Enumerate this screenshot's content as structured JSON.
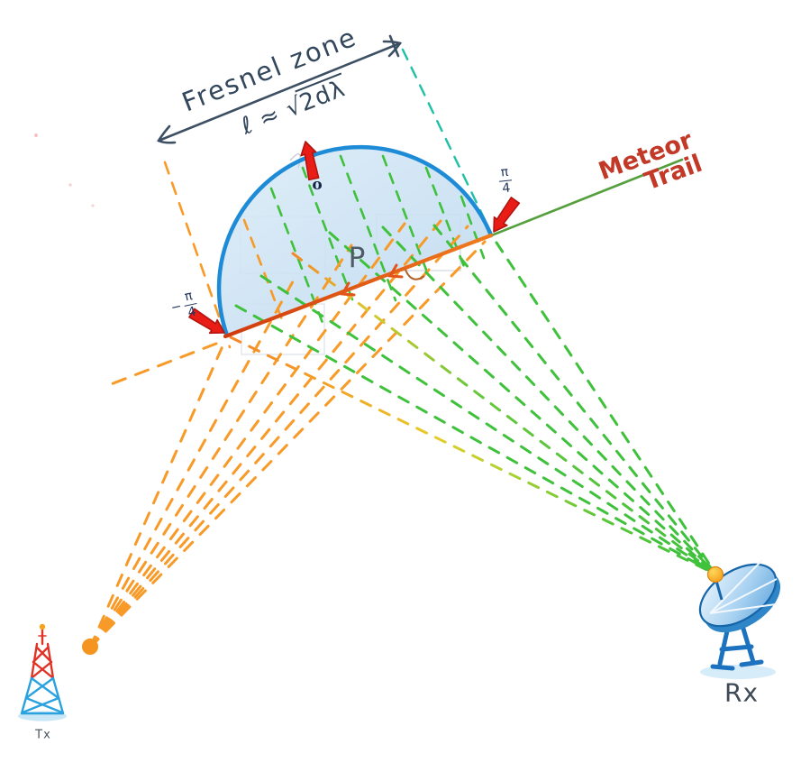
{
  "labels": {
    "fresnel_zone": "Fresnel zone",
    "formula_prefix": "ℓ ≈ √",
    "formula_radicand": "2dλ",
    "meteor_line1": "Meteor",
    "meteor_line2": "Trail",
    "point_p": "P",
    "center_o": "o",
    "phase_left": {
      "minus": "−",
      "pi": "π",
      "four": "4"
    },
    "phase_right": {
      "pi": "π",
      "four": "4"
    },
    "tx": "Tx",
    "rx": "Rx"
  },
  "colors": {
    "fresnel_zone_fill": "#cde1f3",
    "fresnel_zone_stroke": "#1e8bd6",
    "trail_solid_orange": "#e2541b",
    "trail_solid_green": "#55a03c",
    "tx_ray_orange": "#f79a28",
    "rx_ray_green": "#3fc13c",
    "construction_teal": "#1fc0a7",
    "phase_arrow_red": "#e91d16",
    "meteor_text_red": "#c23927",
    "sketch_ink": "#33475c",
    "tx_tower_red": "#e03326",
    "tx_tower_blue": "#2ba2e0",
    "rx_dish_blue": "#2e86c8",
    "feed_orange": "#f5a21f"
  }
}
